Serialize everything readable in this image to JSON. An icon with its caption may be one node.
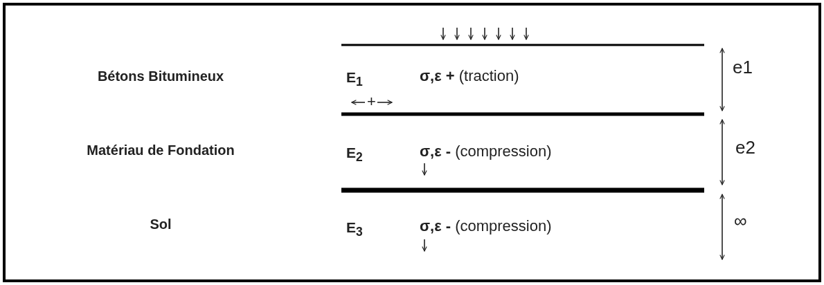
{
  "diagram": {
    "labels": [
      "Bétons Bitumineux",
      "E$_{1}$",
      "**σ,ε +** (traction)",
      "e1",
      "+",
      "Matériau de Fondation",
      "E$_{2}$",
      "**σ,ε -** (compression)",
      "e2",
      "Sol",
      "E$_{3}$",
      "**σ,ε -** (compression)",
      "∞"
    ]
  }
}
